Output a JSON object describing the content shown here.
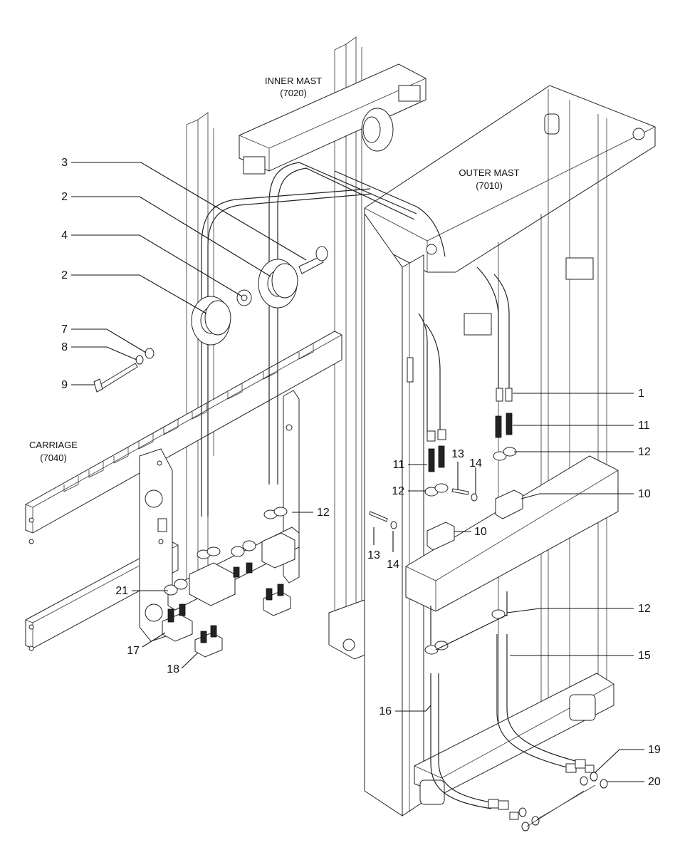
{
  "assemblies": {
    "inner_mast": {
      "name": "INNER MAST",
      "code": "(7020)"
    },
    "outer_mast": {
      "name": "OUTER MAST",
      "code": "(7010)"
    },
    "carriage": {
      "name": "CARRIAGE",
      "code": "(7040)"
    }
  },
  "callouts": [
    {
      "label": "3"
    },
    {
      "label": "2"
    },
    {
      "label": "4"
    },
    {
      "label": "2"
    },
    {
      "label": "7"
    },
    {
      "label": "8"
    },
    {
      "label": "9"
    },
    {
      "label": "1"
    },
    {
      "label": "11"
    },
    {
      "label": "13"
    },
    {
      "label": "14"
    },
    {
      "label": "12"
    },
    {
      "label": "11"
    },
    {
      "label": "12"
    },
    {
      "label": "10"
    },
    {
      "label": "12"
    },
    {
      "label": "13"
    },
    {
      "label": "14"
    },
    {
      "label": "10"
    },
    {
      "label": "21"
    },
    {
      "label": "17"
    },
    {
      "label": "18"
    },
    {
      "label": "12"
    },
    {
      "label": "15"
    },
    {
      "label": "16"
    },
    {
      "label": "19"
    },
    {
      "label": "20"
    }
  ]
}
